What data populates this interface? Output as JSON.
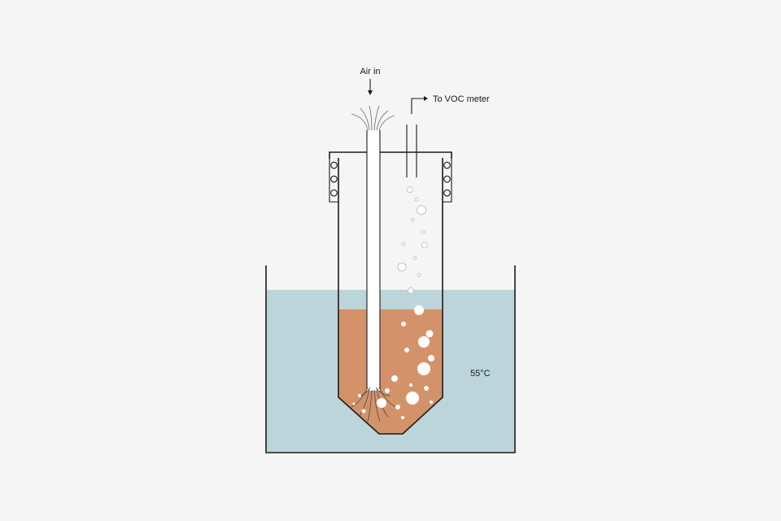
{
  "labels": {
    "air_in": "Air in",
    "voc_meter": "To VOC meter",
    "temperature": "55°C"
  },
  "colors": {
    "background": "#f4f5f4",
    "water_bath": "#bcd5da",
    "sample": "#d4926a",
    "outline": "#1b1b1b",
    "bubble": "#ffffff"
  },
  "icons": {
    "flow_arrow": "arrow-down-icon",
    "outlet_arrow": "arrow-right-icon"
  }
}
